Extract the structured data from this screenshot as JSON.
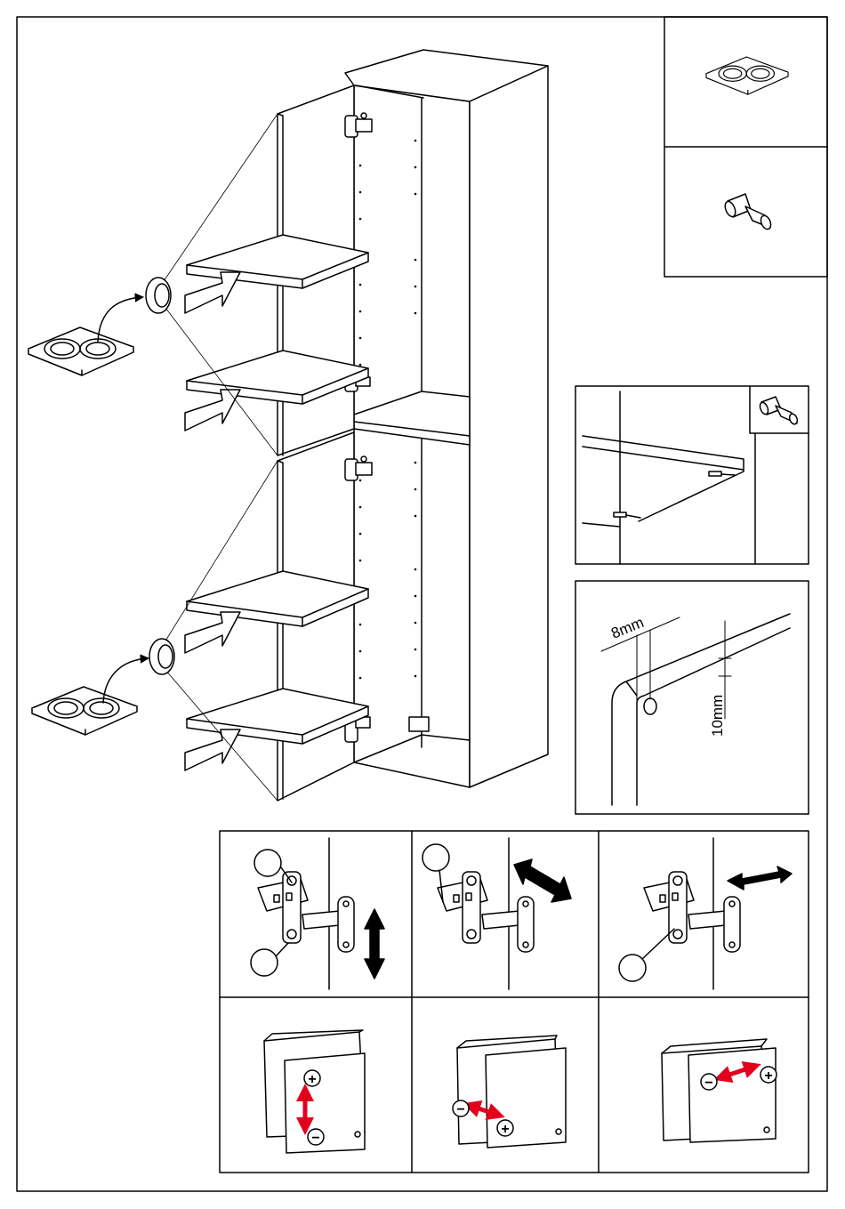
{
  "dimensions": {
    "hole_offset": "8mm",
    "hole_height": "10mm"
  },
  "icons": {
    "parts": [
      "felt-pads-icon",
      "shelf-pin-icon"
    ],
    "hinge_screws": "screw-icon",
    "plus": "plus-sign-icon",
    "minus": "minus-sign-icon"
  },
  "colors": {
    "line": "#000000",
    "adjust_arrow": "#e3001b"
  },
  "adjustment": {
    "steps": 3,
    "symbols": {
      "plus": "+",
      "minus": "−"
    }
  }
}
